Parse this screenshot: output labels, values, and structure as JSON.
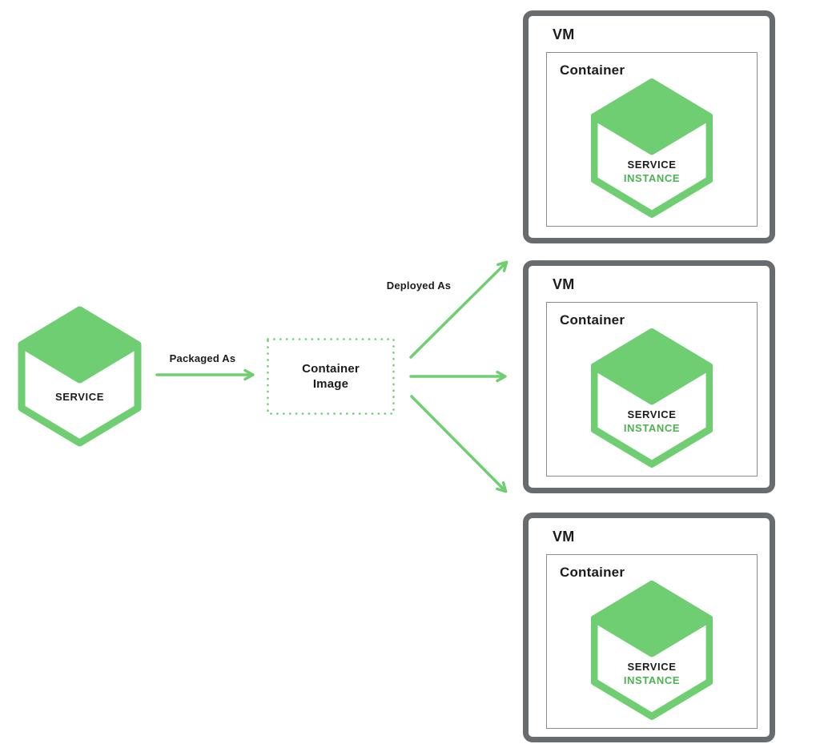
{
  "colors": {
    "green": "#6FCE72",
    "instance_text_green": "#4DB151",
    "vm_border_gray": "#686C6F",
    "container_border_gray": "#8A8D8F",
    "text_black": "#1B1B1B"
  },
  "service": {
    "label": "SERVICE"
  },
  "packaged_as_label": "Packaged As",
  "container_image_label": "Container Image",
  "deployed_as_label": "Deployed As",
  "vms": [
    {
      "label": "VM",
      "container": {
        "label": "Container",
        "instance": {
          "line1": "SERVICE",
          "line2": "INSTANCE"
        }
      }
    },
    {
      "label": "VM",
      "container": {
        "label": "Container",
        "instance": {
          "line1": "SERVICE",
          "line2": "INSTANCE"
        }
      }
    },
    {
      "label": "VM",
      "container": {
        "label": "Container",
        "instance": {
          "line1": "SERVICE",
          "line2": "INSTANCE"
        }
      }
    }
  ]
}
